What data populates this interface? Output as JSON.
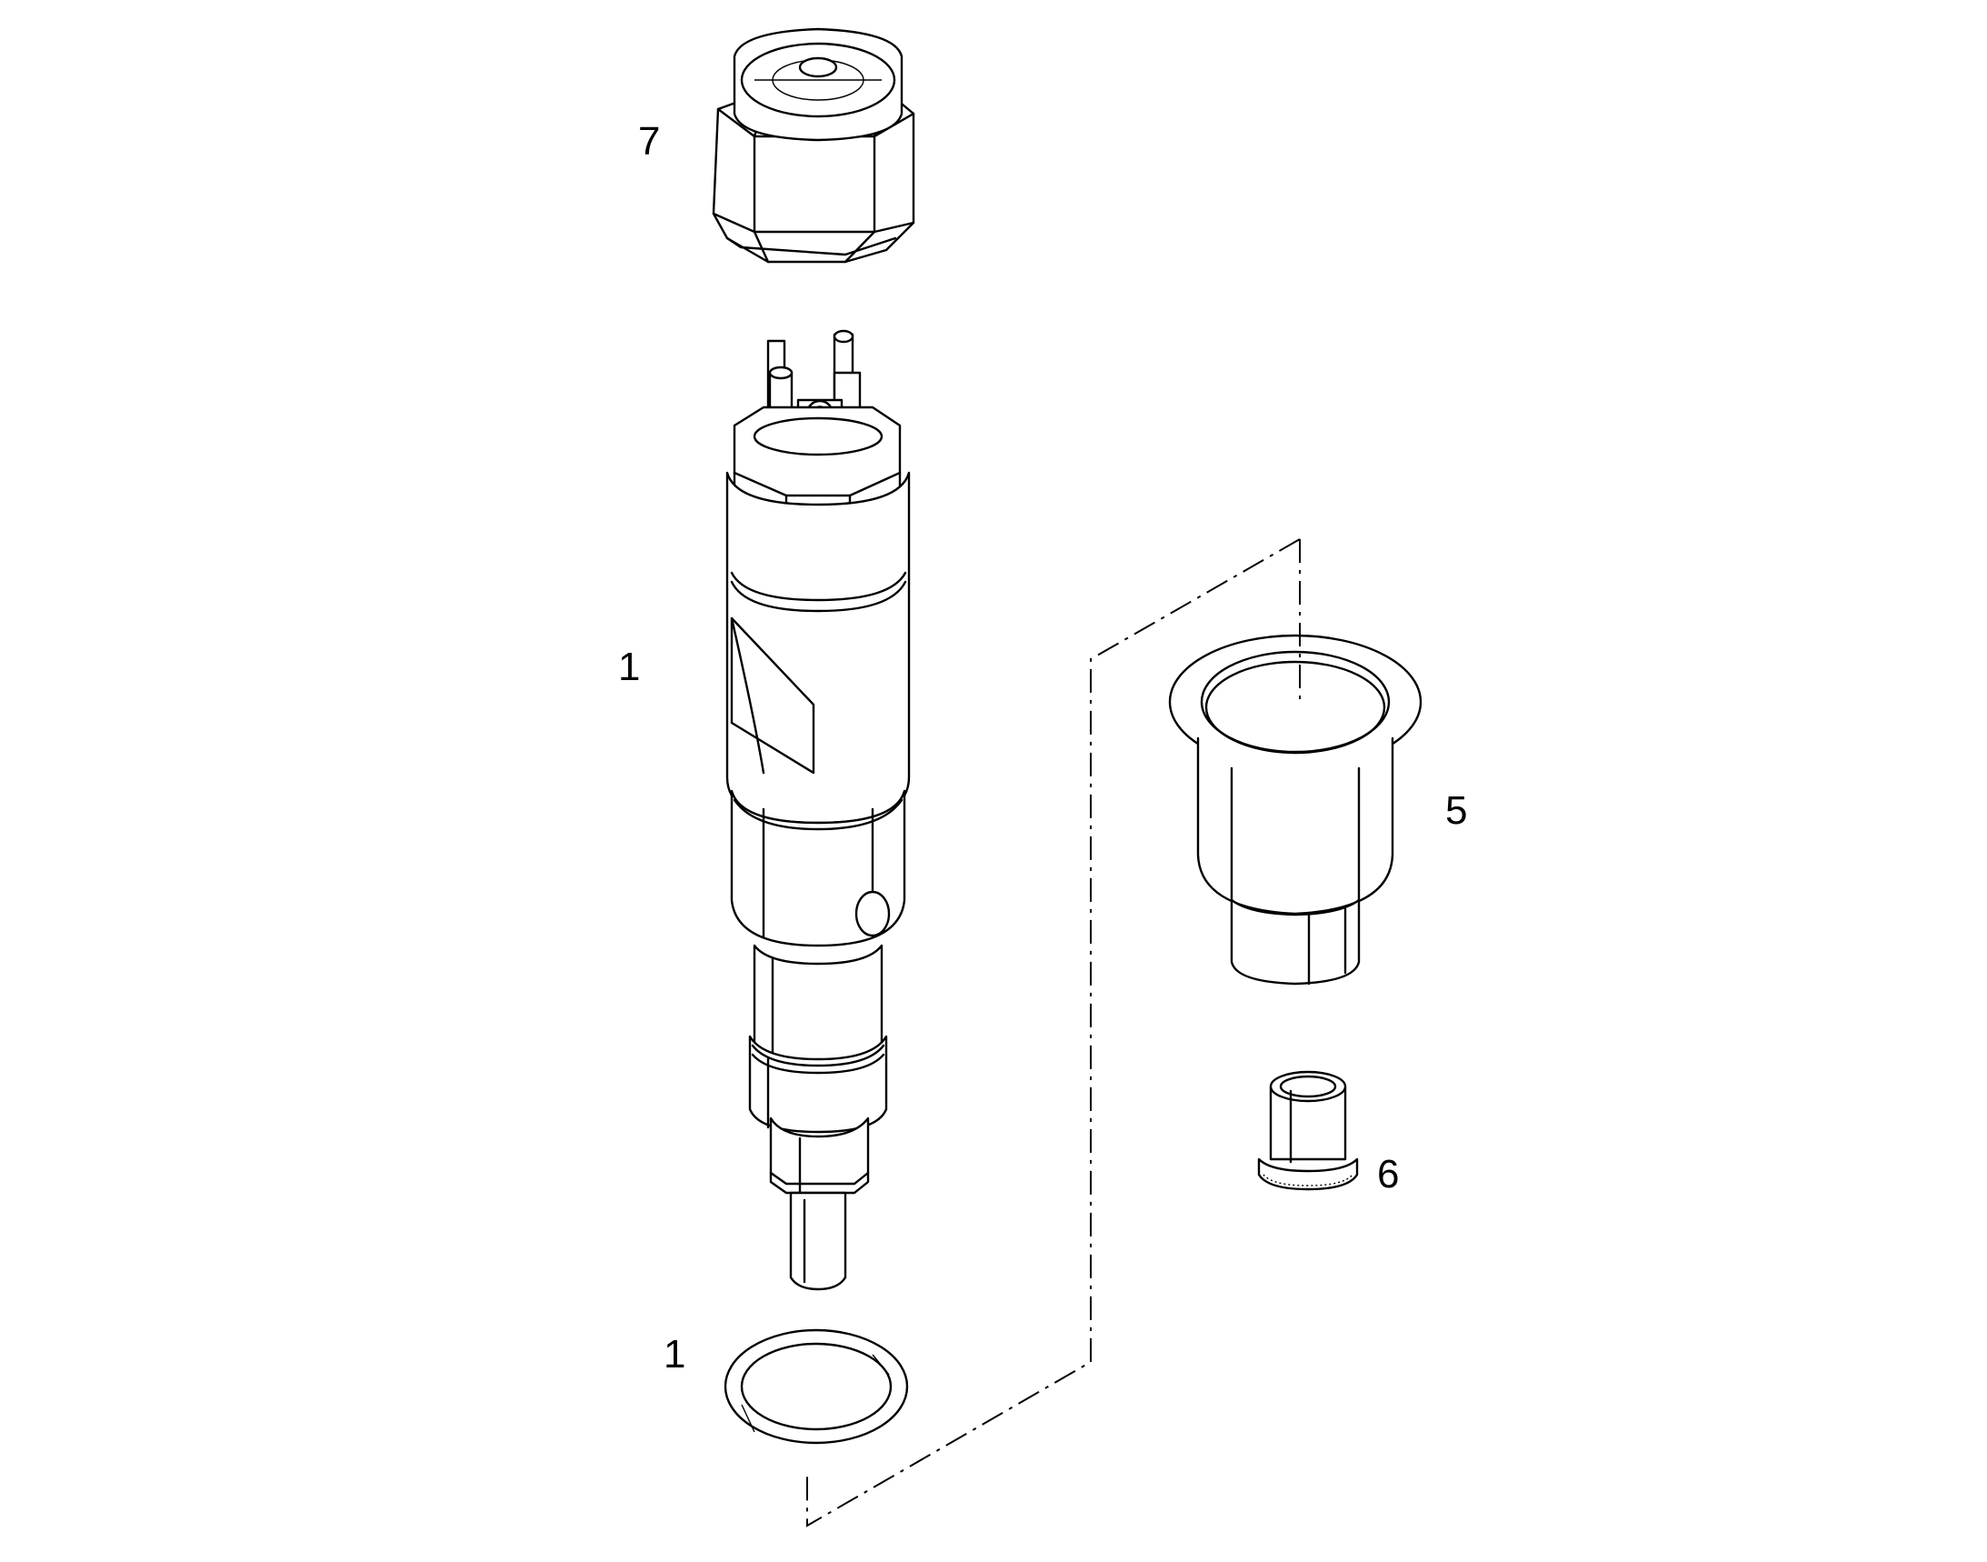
{
  "diagram": {
    "callouts": {
      "cap": "7",
      "injector": "1",
      "seal_ring": "1",
      "sleeve": "5",
      "bushing": "6"
    },
    "line_color": "#000000",
    "background_color": "#ffffff"
  }
}
